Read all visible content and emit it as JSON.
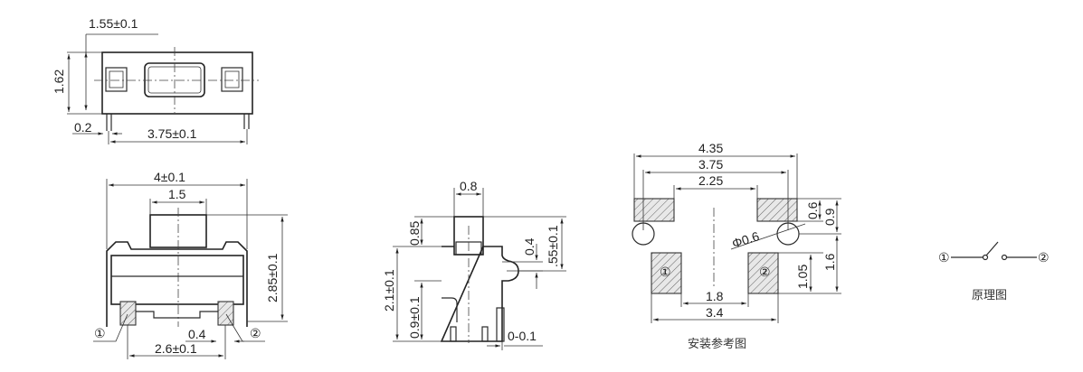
{
  "top_view": {
    "dim_top": "1.55±0.1",
    "dim_height": "1.62",
    "dim_lead_offset": "0.2",
    "dim_width": "3.75±0.1"
  },
  "front_view": {
    "dim_overall_width": "4±0.1",
    "dim_actuator_width": "1.5",
    "dim_height": "2.85±0.1",
    "dim_pad_width": "0.4",
    "dim_pad_pitch": "2.6±0.1",
    "terminal_1": "①",
    "terminal_2": "②"
  },
  "side_view": {
    "dim_actuator_width": "0.8",
    "dim_actuator_height": "0.85",
    "dim_body_height": "2.1±0.1",
    "dim_lower_height": "0.9±0.1",
    "dim_notch": "0.4",
    "dim_right_height": ".55±0.1",
    "dim_standoff": "0-0.1"
  },
  "mounting_reference": {
    "dim_outer": "4.35",
    "dim_middle": "3.75",
    "dim_inner": "2.25",
    "dim_pad_height": "0.6",
    "dim_pad_total": "0.9",
    "dim_hole": "Φ0.6",
    "dim_pitch_vertical": "1.6",
    "dim_lower_pad_height": "1.05",
    "dim_lower_inner": "1.8",
    "dim_lower_outer": "3.4",
    "pad_1": "①",
    "pad_2": "②",
    "caption": "安装参考图"
  },
  "schematic": {
    "terminal_1": "①",
    "terminal_2": "②",
    "caption": "原理图"
  }
}
